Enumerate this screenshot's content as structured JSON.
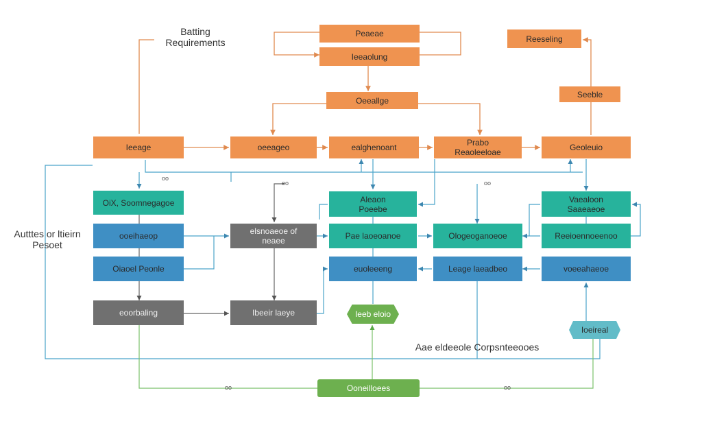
{
  "diagram": {
    "top_left_label": [
      "Batting",
      "Requirements"
    ],
    "left_label": [
      "Autttes or ltieirn",
      "Pesoet"
    ],
    "bottom_right_label": "Aae eldeeole Corpsnteeooes",
    "nodes": {
      "top1": "Peaeae",
      "top2": "Ieeaolung",
      "top_right": "Reeseling",
      "mid_center": "Oeeallge",
      "right_small": "Seeble",
      "row1_a": "Ieeage",
      "row1_b": "oeeageo",
      "row1_c": "ealghenoant",
      "row1_d": [
        "Prabo",
        "Reaoleeloae"
      ],
      "row1_e": "Geoleuio",
      "teal_left": "OiX, Soomnegagoe",
      "blue_left1": "ooeihaeop",
      "blue_left2": "Oiaoel Peonle",
      "gray_left": "eoorbaling",
      "gray_mid1": [
        "elsnoaeoe of",
        "neaee"
      ],
      "gray_mid2": "Ibeeir laeye",
      "teal_c1": [
        "Aleaon",
        "Poeebe"
      ],
      "teal_c2": "Pae laoeoanoe",
      "blue_c": "euoleeeng",
      "green_c": "Ieeb eloio",
      "teal_r1": "Ologeoganoeoe",
      "blue_r1": "Leage laeadbeo",
      "teal_r2": [
        "Vaealoon",
        "Saaeaeoe"
      ],
      "teal_r3": "Reeioennoeenoo",
      "blue_r2": "voeeahaeoe",
      "cyan_r": "Ioeireal",
      "green_bottom": "Ooneilloees"
    },
    "tags": [
      "oo",
      "eo",
      "oo",
      "oo",
      "oo"
    ],
    "colors": {
      "orange": "#ef9350",
      "teal": "#27b39c",
      "blue": "#3f8fc4",
      "gray": "#707070",
      "green": "#6db04f",
      "cyan": "#62bcc8",
      "arrow_orange": "#e08a4f",
      "line_blue": "#4aa3c9",
      "line_green": "#7ac06a",
      "line_gray": "#666666"
    }
  }
}
